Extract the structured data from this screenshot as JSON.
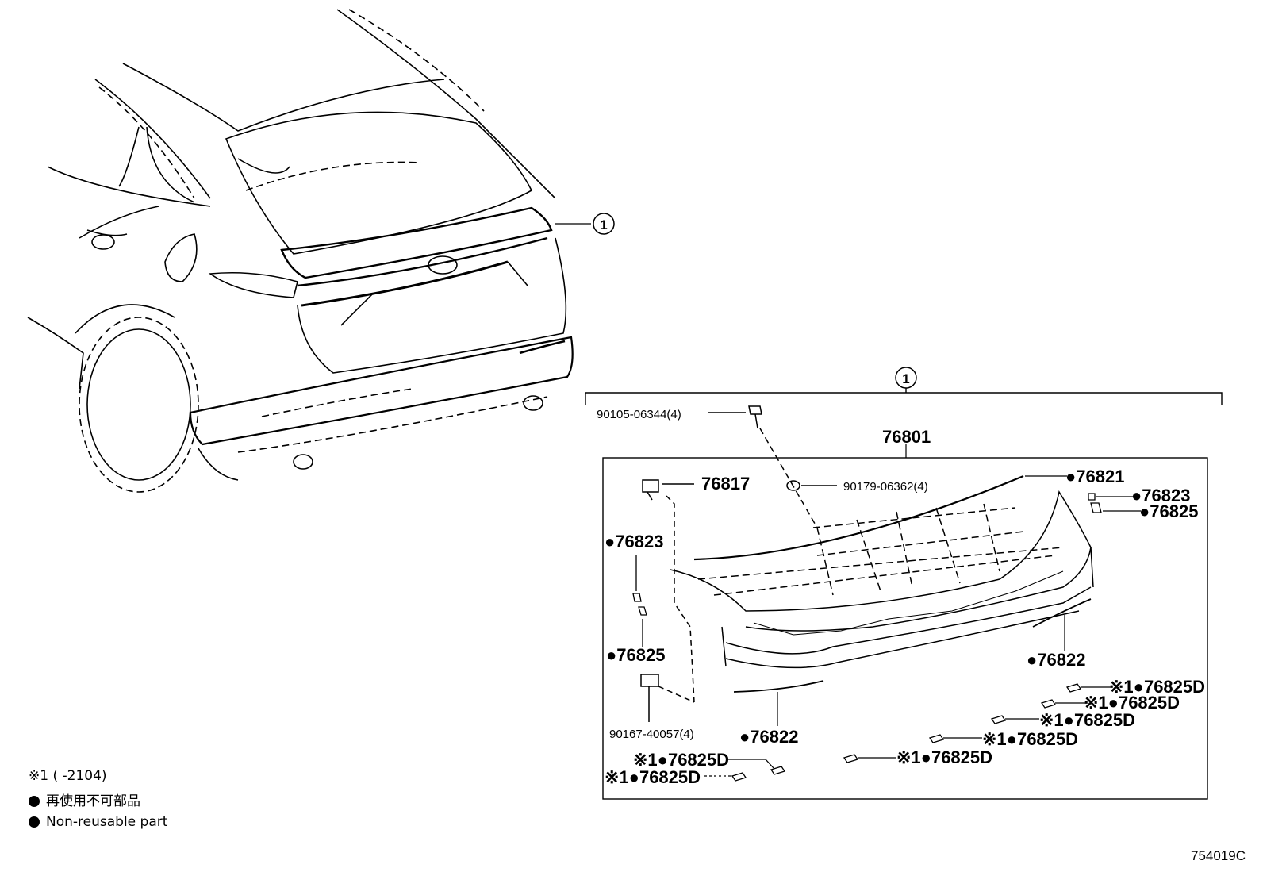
{
  "callouts": {
    "car_callout": "1",
    "group_callout": "1"
  },
  "parts": {
    "bolt": "90105-06344(4)",
    "assembly": "76801",
    "clip": "90179-06362(4)",
    "grommet": "76817",
    "nut": "90167-40057(4)",
    "seal_top": "●76821",
    "left_76823": "●76823",
    "left_76825": "●76825",
    "right_76823": "●76823",
    "right_76825": "●76825",
    "left_76822": "●76822",
    "right_76822": "●76822",
    "tape_1": "※1●76825D",
    "tape_2": "※1●76825D",
    "tape_3": "※1●76825D",
    "tape_4": "※1●76825D",
    "tape_5": "※1●76825D",
    "tape_6": "※1●76825D",
    "tape_7": "※1●76825D"
  },
  "legend": {
    "note1": "※1 (      -2104)",
    "nonreusable_jp": "再使用不可部品",
    "nonreusable_en": "Non-reusable part"
  },
  "reference_code": "754019C"
}
